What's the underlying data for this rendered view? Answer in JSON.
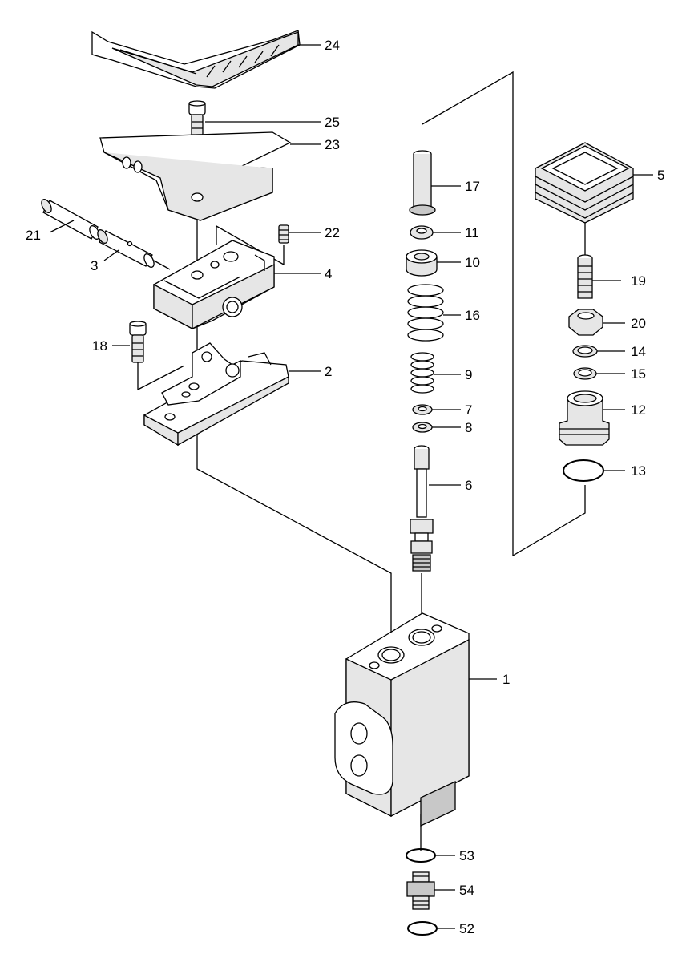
{
  "labels": {
    "p1": "1",
    "p2": "2",
    "p3": "3",
    "p4": "4",
    "p5": "5",
    "p6": "6",
    "p7": "7",
    "p8": "8",
    "p9": "9",
    "p10": "10",
    "p11": "11",
    "p12": "12",
    "p13": "13",
    "p14": "14",
    "p15": "15",
    "p16": "16",
    "p17": "17",
    "p18": "18",
    "p19": "19",
    "p20": "20",
    "p21": "21",
    "p22": "22",
    "p23": "23",
    "p24": "24",
    "p25": "25",
    "p52": "52",
    "p53": "53",
    "p54": "54"
  }
}
